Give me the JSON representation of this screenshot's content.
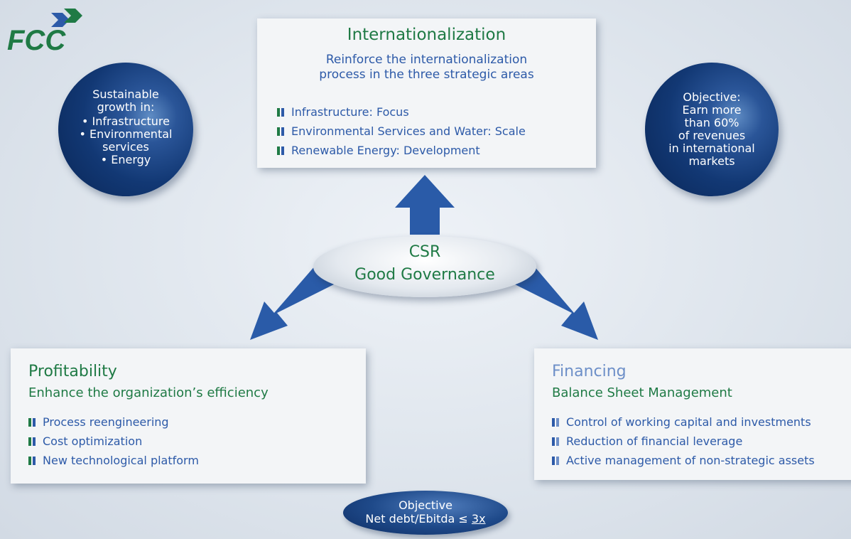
{
  "colors": {
    "green": "#1f7a45",
    "blue": "#2d5aa8",
    "light_blue": "#6d8fc8",
    "dark_blue": "#0a2656"
  },
  "logo": {
    "text": "FCC"
  },
  "internationalization": {
    "title": "Internationalization",
    "subtitle": "Reinforce the internationalization\nprocess in the three strategic areas",
    "items": [
      "Infrastructure: Focus",
      "Environmental Services and Water: Scale",
      "Renewable Energy:  Development"
    ]
  },
  "left_sphere": {
    "lines": [
      "Sustainable",
      "growth in:",
      "• Infrastructure",
      "• Environmental",
      "services",
      "• Energy"
    ]
  },
  "right_sphere": {
    "lines": [
      "Objective:",
      "Earn more",
      "than 60%",
      "of revenues",
      "in international",
      "markets"
    ]
  },
  "center": {
    "line1": "CSR",
    "line2": "Good Governance"
  },
  "profitability": {
    "title": "Profitability",
    "subtitle": "Enhance the organization’s efficiency",
    "items": [
      "Process reengineering",
      "Cost optimization",
      "New technological platform"
    ]
  },
  "financing": {
    "title": "Financing",
    "subtitle": "Balance Sheet Management",
    "items": [
      "Control of working capital and investments",
      "Reduction of financial leverage",
      "Active management of non-strategic assets"
    ]
  },
  "objective": {
    "line1": "Objective",
    "line2_prefix": "Net debt/Ebitda ≤ ",
    "line2_value": "3x"
  }
}
